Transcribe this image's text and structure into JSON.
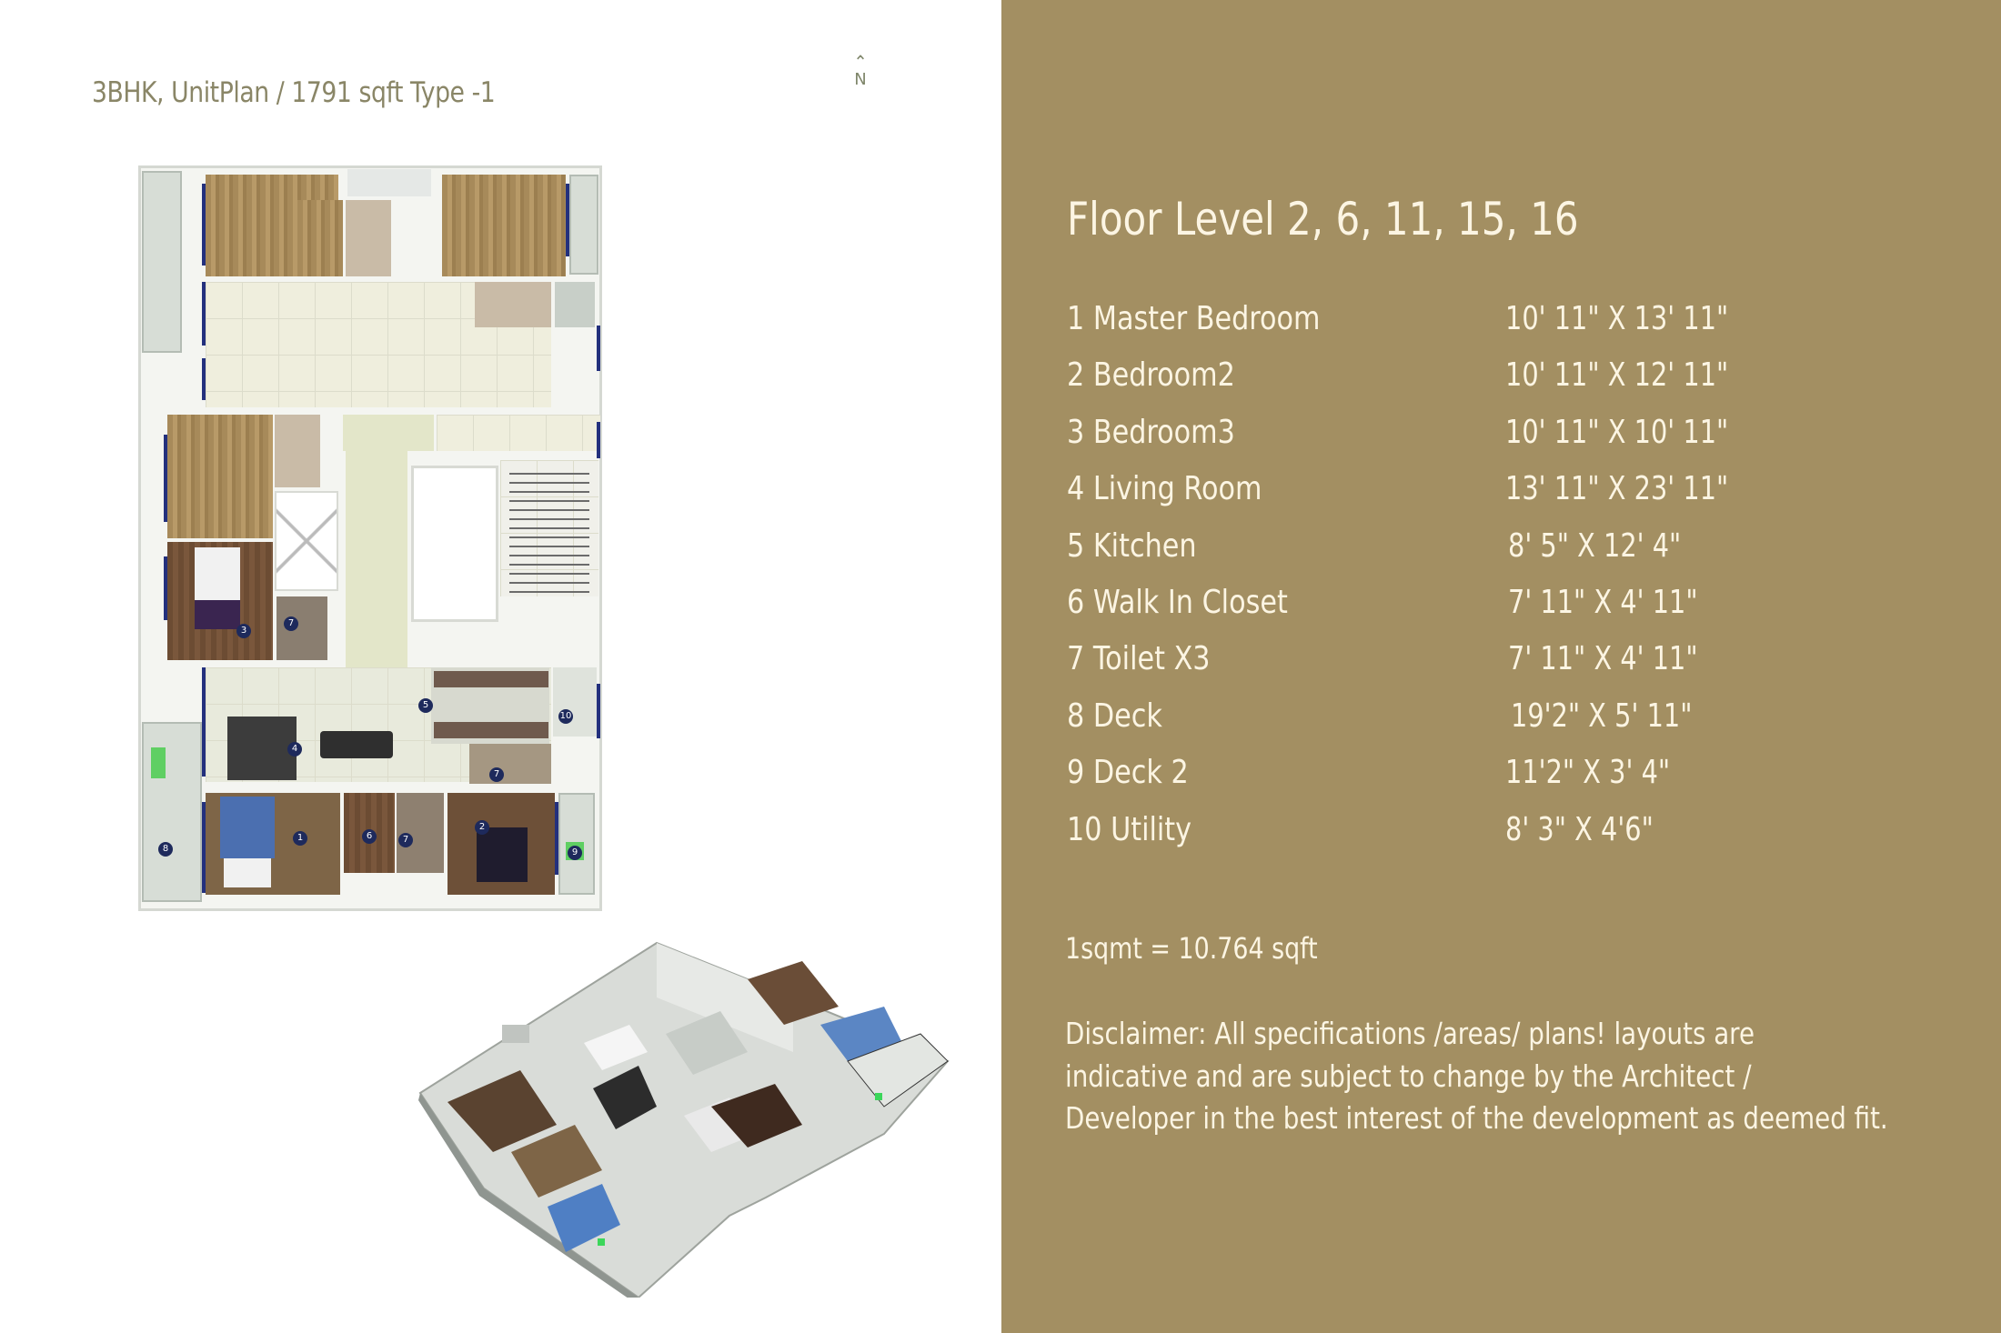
{
  "unit": {
    "title": "3BHK, UnitPlan /  1791 sqft Type -1",
    "north_label": "N"
  },
  "specs": {
    "heading": "Floor Level 2, 6, 11, 15, 16",
    "rooms": [
      {
        "label": "1 Master Bedroom",
        "dimensions": "10' 11\" X 13' 11\""
      },
      {
        "label": "2 Bedroom2",
        "dimensions": "10' 11\" X 12' 11\""
      },
      {
        "label": "3 Bedroom3",
        "dimensions": "10' 11\" X 10' 11\""
      },
      {
        "label": "4 Living Room",
        "dimensions": "13' 11\" X 23' 11\""
      },
      {
        "label": "5 Kitchen",
        "dimensions": "8' 5\" X 12' 4\""
      },
      {
        "label": "6 Walk In Closet",
        "dimensions": "7' 11\" X 4' 11\""
      },
      {
        "label": "7 Toilet X3",
        "dimensions": "7' 11\" X 4' 11\""
      },
      {
        "label": "8 Deck",
        "dimensions": "19'2\" X 5' 11\""
      },
      {
        "label": "9 Deck 2",
        "dimensions": "11'2\" X 3' 4\""
      },
      {
        "label": "10 Utility",
        "dimensions": "8' 3\" X 4'6\""
      }
    ],
    "conversion": "1sqmt = 10.764 sqft",
    "disclaimer_lines": [
      "Disclaimer: All specifications /areas/ plans! layouts are",
      "indicative and are subject to change by the Architect /",
      "Developer in the best interest of the development as deemed fit."
    ]
  },
  "plan_markers": [
    "1",
    "2",
    "3",
    "4",
    "5",
    "6",
    "7",
    "7",
    "7",
    "8",
    "9",
    "10"
  ],
  "colors": {
    "panel": "#a38f62",
    "panel_text": "#fcf5e3",
    "title_text": "#8a8667",
    "window_blue": "#23307d"
  }
}
